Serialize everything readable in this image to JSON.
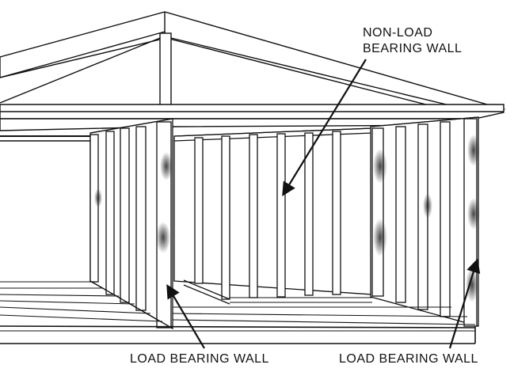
{
  "labels": {
    "non_load_line1": "NON-LOAD",
    "non_load_line2": "BEARING WALL",
    "load_left": "LOAD BEARING WALL",
    "load_right": "LOAD BEARING WALL"
  },
  "colors": {
    "ink": "#111111",
    "background": "#ffffff",
    "shade": "#3a3a3a"
  }
}
